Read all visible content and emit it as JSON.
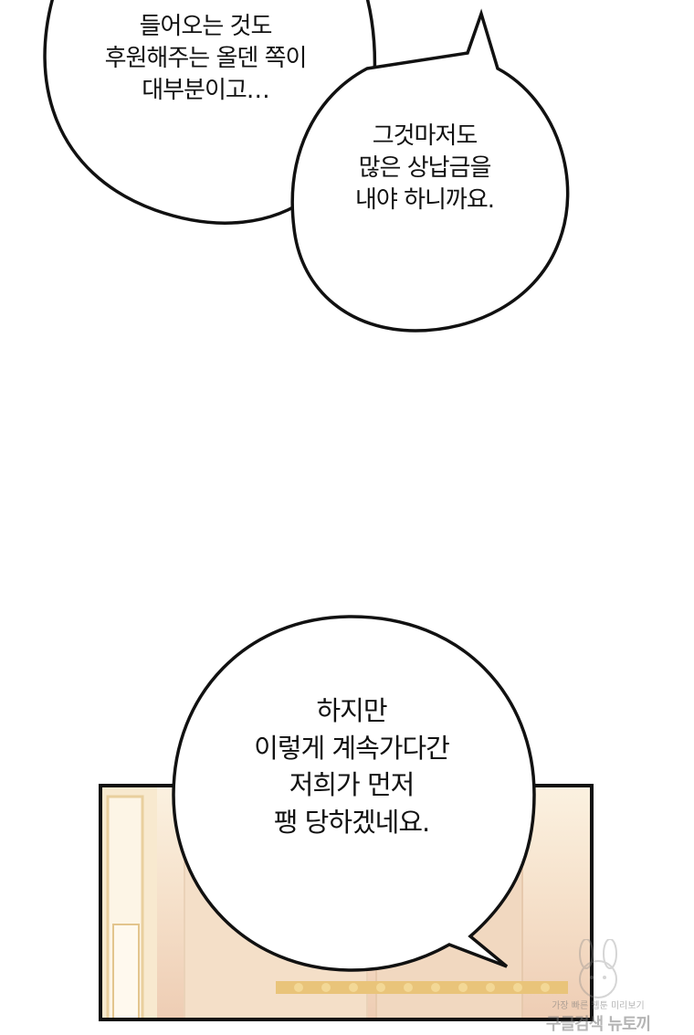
{
  "bubble_top_left": {
    "lines": [
      "들어오는 것도",
      "후원해주는 올덴 쪽이",
      "대부분이고…"
    ]
  },
  "bubble_top_right": {
    "lines": [
      "그것마저도",
      "많은 상납금을",
      "내야 하니까요."
    ]
  },
  "bubble_bottom": {
    "lines": [
      "하지만",
      "이렇게 계속가다간",
      "저희가 먼저",
      "팽 당하겠네요."
    ]
  },
  "watermark": {
    "top": "가장 빠른 웹툰 미리보기",
    "bottom": "구글검색 뉴토끼"
  }
}
